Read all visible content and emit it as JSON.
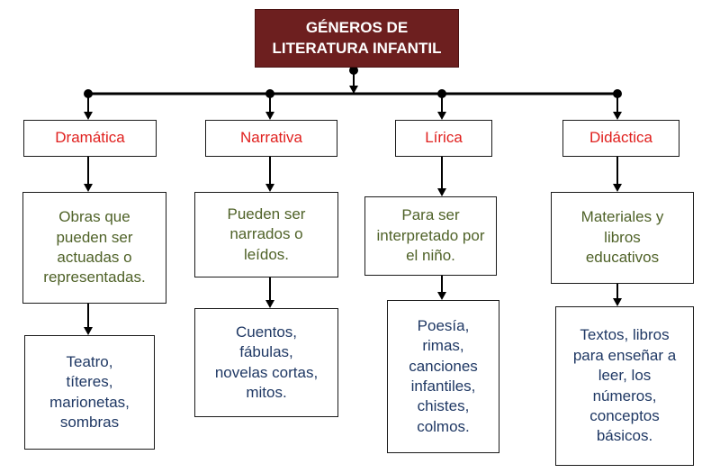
{
  "title": "GÉNEROS DE\nLITERATURA INFANTIL",
  "genres": [
    {
      "name": "Dramática",
      "description": "Obras que\npueden ser\nactuadas o\nrepresentadas.",
      "examples": "Teatro,\ntíteres,\nmarionetas,\nsombras"
    },
    {
      "name": "Narrativa",
      "description": "Pueden ser\nnarrados o\nleídos.",
      "examples": "Cuentos,\nfábulas,\nnovelas cortas,\nmitos."
    },
    {
      "name": "Lírica",
      "description": "Para ser\ninterpretado por\nel niño.",
      "examples": "Poesía,\nrimas,\ncanciones\ninfantiles,\nchistes,\ncolmos."
    },
    {
      "name": "Didáctica",
      "description": "Materiales y\nlibros\neducativos",
      "examples": "Textos, libros\npara enseñar a\nleer, los\nnúmeros,\nconceptos\nbásicos."
    }
  ],
  "colors": {
    "title_bg": "#6d1f1f",
    "title_text": "#ffffff",
    "genre_text": "#e0201e",
    "description_text": "#4f6228",
    "examples_text": "#1f3864",
    "connector": "#000000"
  }
}
